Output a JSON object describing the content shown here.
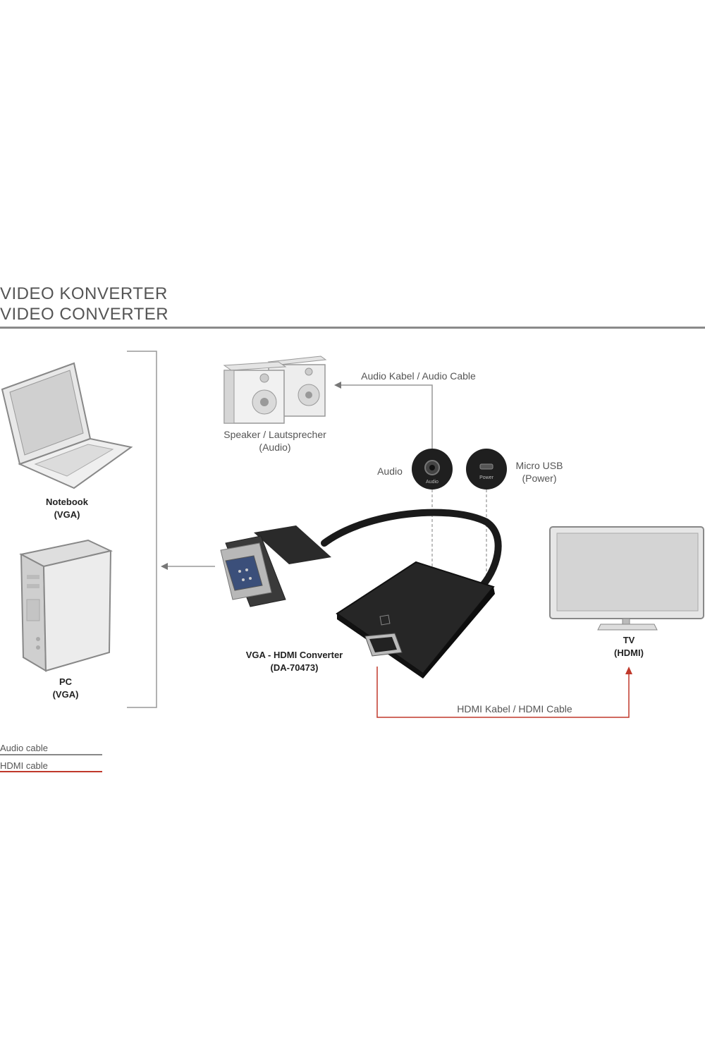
{
  "header": {
    "title_de": "VIDEO KONVERTER",
    "title_en": "VIDEO CONVERTER"
  },
  "devices": {
    "notebook": {
      "name": "Notebook",
      "port": "(VGA)"
    },
    "pc": {
      "name": "PC",
      "port": "(VGA)"
    },
    "speaker": {
      "name": "Speaker / Lautsprecher",
      "port": "(Audio)"
    },
    "tv": {
      "name": "TV",
      "port": "(HDMI)"
    },
    "converter": {
      "name": "VGA - HDMI Converter",
      "model": "(DA-70473)"
    }
  },
  "ports": {
    "audio": {
      "label": "Audio",
      "jack_text": "Audio"
    },
    "usb": {
      "label": "Micro USB",
      "sub": "(Power)",
      "jack_text": "Power"
    }
  },
  "cables": {
    "audio_cable": "Audio Kabel / Audio Cable",
    "hdmi_cable": "HDMI Kabel / HDMI Cable"
  },
  "legend": {
    "audio": "Audio cable",
    "hdmi": "HDMI cable",
    "audio_color": "#888888",
    "hdmi_color": "#c0392b"
  }
}
